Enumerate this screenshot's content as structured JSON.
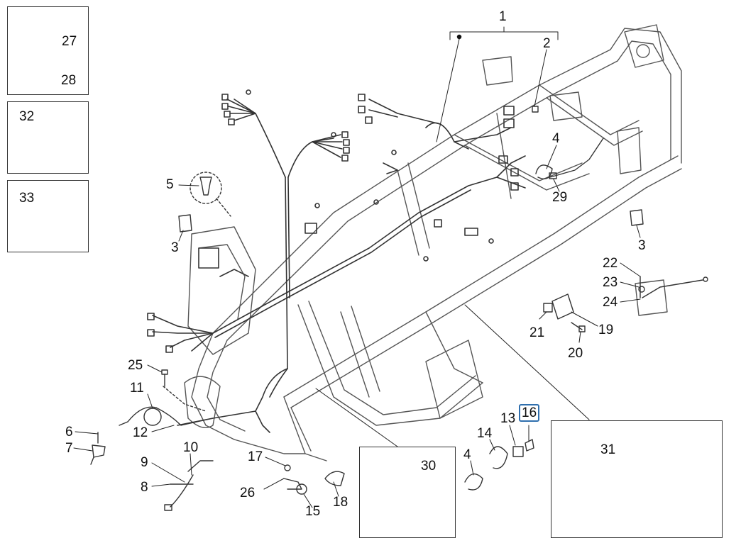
{
  "title": "",
  "highlight_color": "#2f6fae",
  "inset_boxes": [
    {
      "ref": "box-27-28",
      "parts": [
        "27",
        "28"
      ]
    },
    {
      "ref": "box-32",
      "parts": [
        "32"
      ]
    },
    {
      "ref": "box-33",
      "parts": [
        "33"
      ]
    },
    {
      "ref": "box-30",
      "parts": [
        "30"
      ]
    },
    {
      "ref": "box-31",
      "parts": [
        "31"
      ]
    }
  ],
  "labels": {
    "l1": "1",
    "l2": "2",
    "l3a": "3",
    "l3b": "3",
    "l4a": "4",
    "l4b": "4",
    "l5": "5",
    "l6": "6",
    "l7": "7",
    "l8": "8",
    "l9": "9",
    "l10": "10",
    "l11": "11",
    "l12": "12",
    "l13": "13",
    "l14": "14",
    "l15": "15",
    "l16": "16",
    "l17": "17",
    "l18": "18",
    "l19": "19",
    "l20": "20",
    "l21": "21",
    "l22": "22",
    "l23": "23",
    "l24": "24",
    "l25": "25",
    "l26": "26",
    "l27": "27",
    "l28": "28",
    "l29": "29",
    "l30": "30",
    "l31": "31",
    "l32": "32",
    "l33": "33"
  },
  "highlighted_part": "16"
}
